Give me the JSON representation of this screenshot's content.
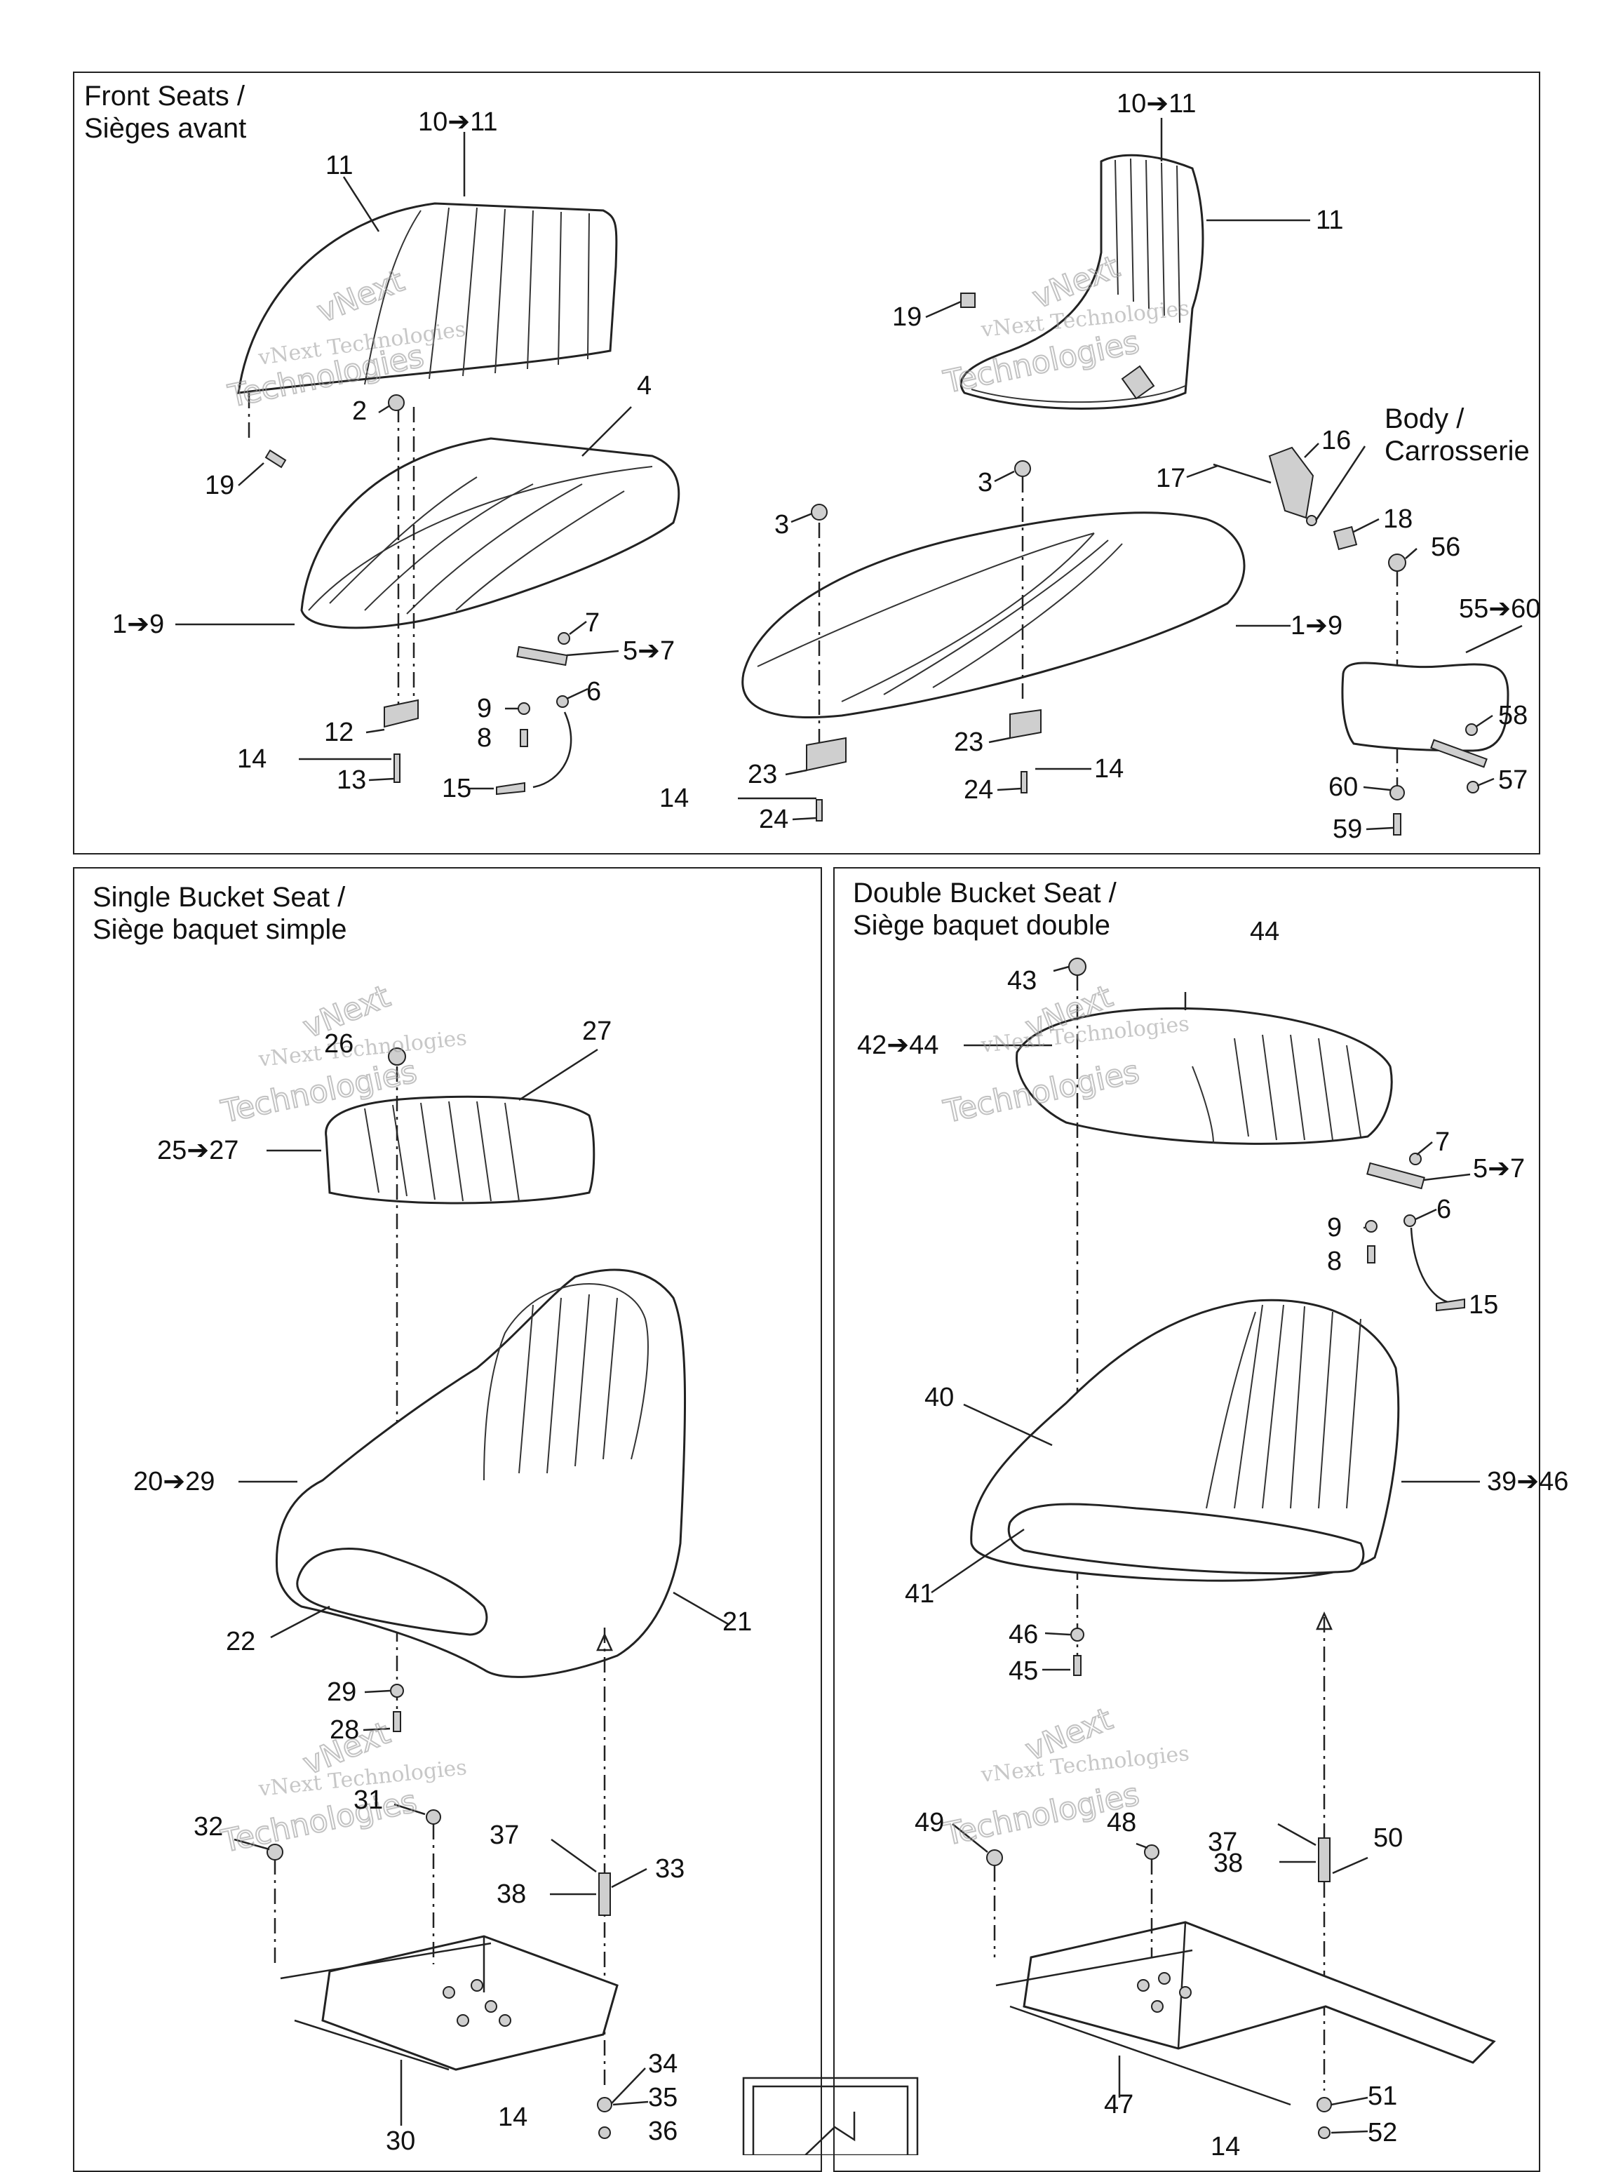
{
  "panels": {
    "front": {
      "title": "Front Seats /\nSièges avant"
    },
    "single": {
      "title": "Single Bucket Seat /\nSiège baquet simple"
    },
    "double": {
      "title": "Double Bucket Seat /\nSiège baquet double"
    }
  },
  "body_label": "Body /\nCarrosserie",
  "watermark": {
    "line1": "vNext Technologies",
    "line2": "vNext",
    "line3": "Technologies"
  },
  "callouts": {
    "f_10_11_a": "10➔11",
    "f_11_a": "11",
    "f_19_a": "19",
    "f_2": "2",
    "f_4": "4",
    "f_1_9_a": "1➔9",
    "f_7": "7",
    "f_5_7": "5➔7",
    "f_6": "6",
    "f_9": "9",
    "f_8": "8",
    "f_12": "12",
    "f_14_a": "14",
    "f_13": "13",
    "f_15": "15",
    "f_10_11_b": "10➔11",
    "f_11_b": "11",
    "f_19_b": "19",
    "f_16": "16",
    "f_17": "17",
    "f_18": "18",
    "f_3_a": "3",
    "f_3_b": "3",
    "f_1_9_b": "1➔9",
    "f_56": "56",
    "f_55_60": "55➔60",
    "f_58": "58",
    "f_57": "57",
    "f_60": "60",
    "f_59": "59",
    "f_23_a": "23",
    "f_23_b": "23",
    "f_14_b": "14",
    "f_14_c": "14",
    "f_24_a": "24",
    "f_24_b": "24",
    "s_27": "27",
    "s_26": "26",
    "s_25_27": "25➔27",
    "s_20_29": "20➔29",
    "s_22": "22",
    "s_21": "21",
    "s_29": "29",
    "s_28": "28",
    "s_37": "37",
    "s_38": "38",
    "s_33": "33",
    "s_32": "32",
    "s_31": "31",
    "s_34": "34",
    "s_35": "35",
    "s_36": "36",
    "s_14": "14",
    "s_30": "30",
    "d_44": "44",
    "d_43": "43",
    "d_42_44": "42➔44",
    "d_7": "7",
    "d_5_7": "5➔7",
    "d_6": "6",
    "d_9": "9",
    "d_8": "8",
    "d_15": "15",
    "d_40": "40",
    "d_39_46": "39➔46",
    "d_41": "41",
    "d_46": "46",
    "d_45": "45",
    "d_37": "37",
    "d_49": "49",
    "d_48": "48",
    "d_38": "38",
    "d_50": "50",
    "d_47": "47",
    "d_51": "51",
    "d_52": "52",
    "d_14": "14"
  }
}
